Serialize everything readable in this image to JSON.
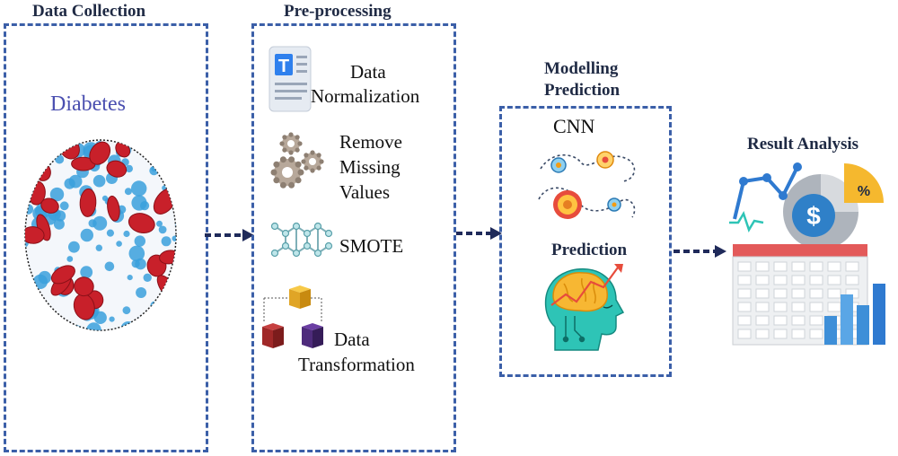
{
  "stages": {
    "data_collection": {
      "title": "Data Collection",
      "dataset": "Diabetes"
    },
    "preprocessing": {
      "title": "Pre-processing",
      "steps": [
        {
          "line1": "Data",
          "line2": "Normalization",
          "icon": "text-document-icon"
        },
        {
          "line1": "Remove",
          "line2": "Missing",
          "line3": "Values",
          "icon": "gears-icon"
        },
        {
          "line1": "SMOTE",
          "icon": "molecule-network-icon"
        },
        {
          "line1": "Data",
          "line2": "Transformation",
          "icon": "cubes-icon"
        }
      ]
    },
    "modelling": {
      "title_line1": "Modelling",
      "title_line2": "Prediction",
      "model": "CNN",
      "prediction": "Prediction"
    },
    "result": {
      "title": "Result Analysis"
    }
  },
  "colors": {
    "box_border": "#3b5fa8",
    "arrow": "#1f2a5a",
    "title": "#1f2a44",
    "diabetes_text": "#4a4fb0",
    "red_cell": "#c8202a",
    "blue_cell": "#3aa0dc"
  }
}
